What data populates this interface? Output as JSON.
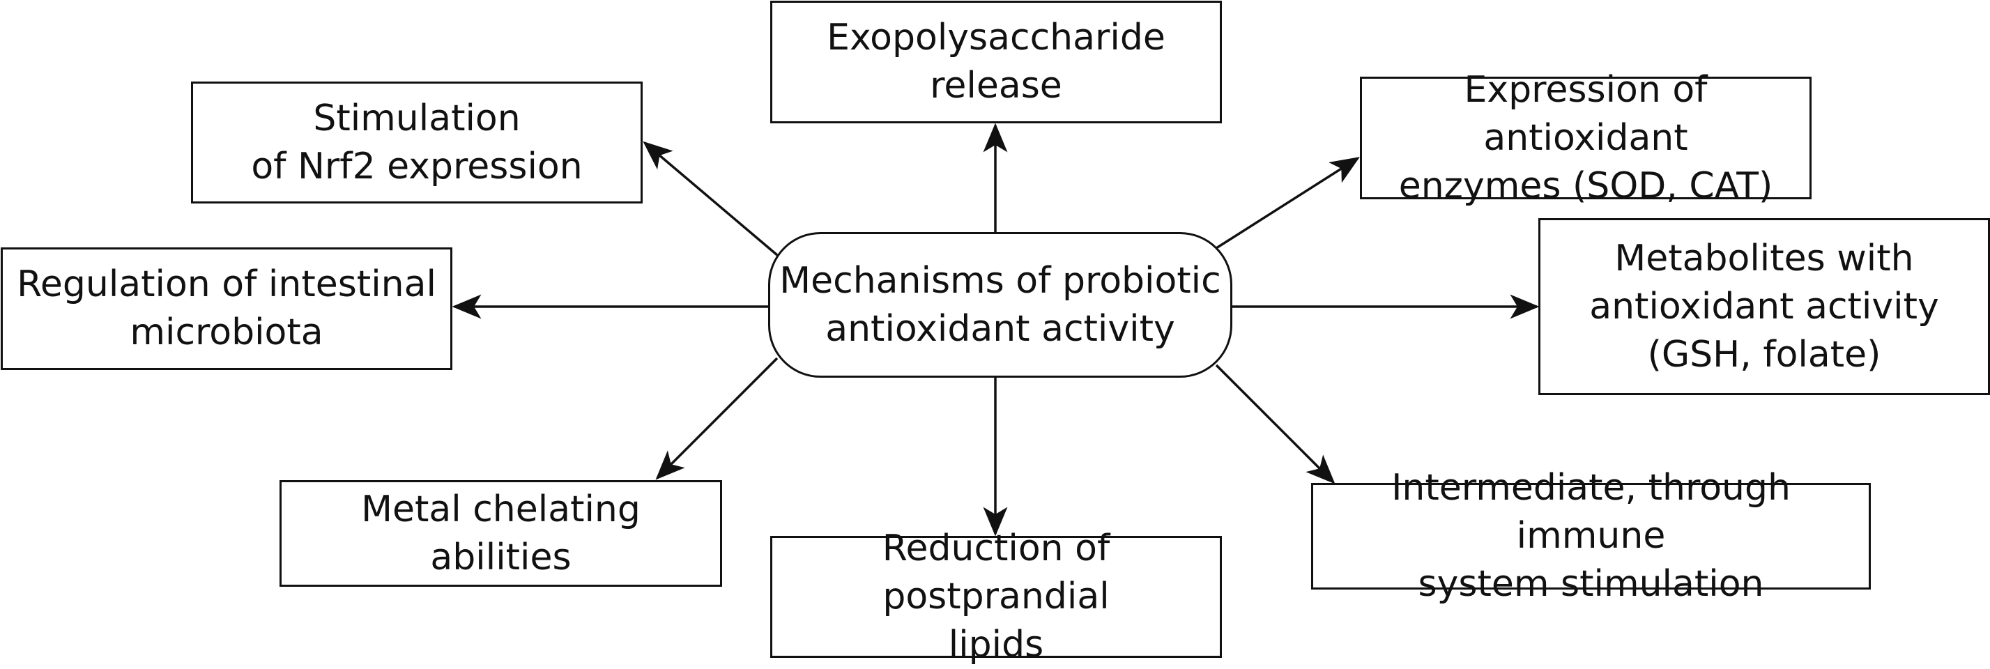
{
  "center": {
    "text": "Mechanisms of probiotic\nantioxidant activity"
  },
  "mechanisms": [
    {
      "id": "exopolysaccharide",
      "text": "Exopolysaccharide\nrelease"
    },
    {
      "id": "nrf2",
      "text": "Stimulation\nof Nrf2 expression"
    },
    {
      "id": "enzymes",
      "text": "Expression of antioxidant\nenzymes (SOD, CAT)"
    },
    {
      "id": "microbiota",
      "text": "Regulation of intestinal\nmicrobiota"
    },
    {
      "id": "metabolites",
      "text": "Metabolites with\nantioxidant activity\n(GSH, folate)"
    },
    {
      "id": "metal",
      "text": "Metal chelating\nabilities"
    },
    {
      "id": "lipids",
      "text": "Reduction of postprandial\nlipids"
    },
    {
      "id": "immune",
      "text": "Intermediate, through immune\nsystem stimulation"
    }
  ],
  "colors": {
    "stroke": "#111111",
    "background": "#ffffff"
  }
}
